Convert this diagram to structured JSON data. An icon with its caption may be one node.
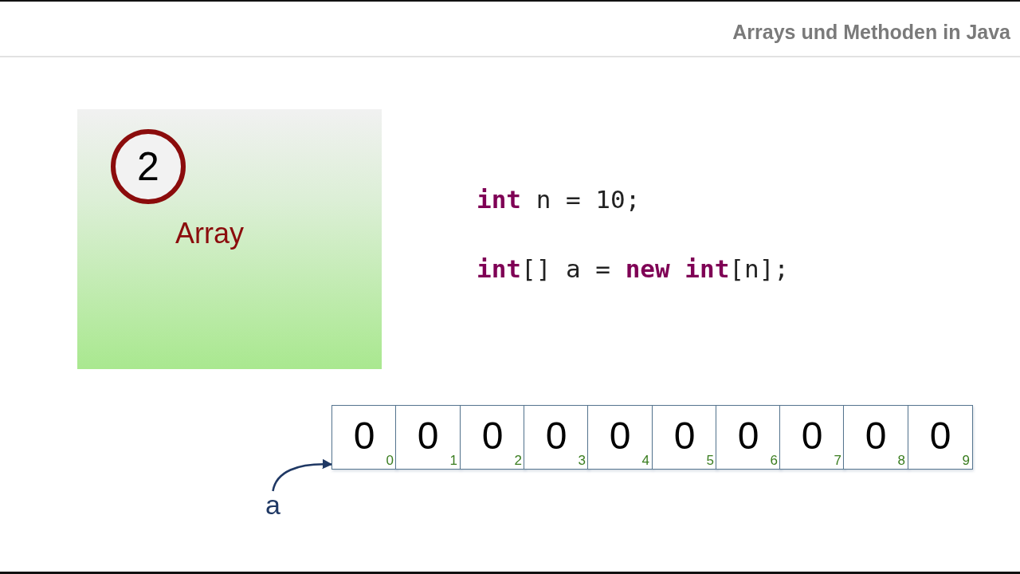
{
  "diagram": {
    "title": "Arrays und Methoden in Java",
    "nodes": [
      {
        "text": [
          "Array"
        ]
      },
      {
        "text": [
          "2"
        ],
        "in": 0
      },
      {
        "text": [
          "0",
          "0"
        ]
      },
      {
        "text": [
          "0",
          "1"
        ]
      },
      {
        "text": [
          "0",
          "2"
        ]
      },
      {
        "text": [
          "0",
          "3"
        ]
      },
      {
        "text": [
          "0",
          "4"
        ]
      },
      {
        "text": [
          "0",
          "5"
        ]
      },
      {
        "text": [
          "0",
          "6"
        ]
      },
      {
        "text": [
          "0",
          "7"
        ]
      },
      {
        "text": [
          "0",
          "8"
        ]
      },
      {
        "text": [
          "0",
          "9"
        ]
      },
      {
        "text": [
          "a"
        ]
      }
    ],
    "edges": [
      {
        "from": 12,
        "to": 2,
        "arrow": "to"
      }
    ],
    "labels": [
      "**int** n = 10;",
      "**int**[] a = **new** **int**[n];"
    ]
  }
}
